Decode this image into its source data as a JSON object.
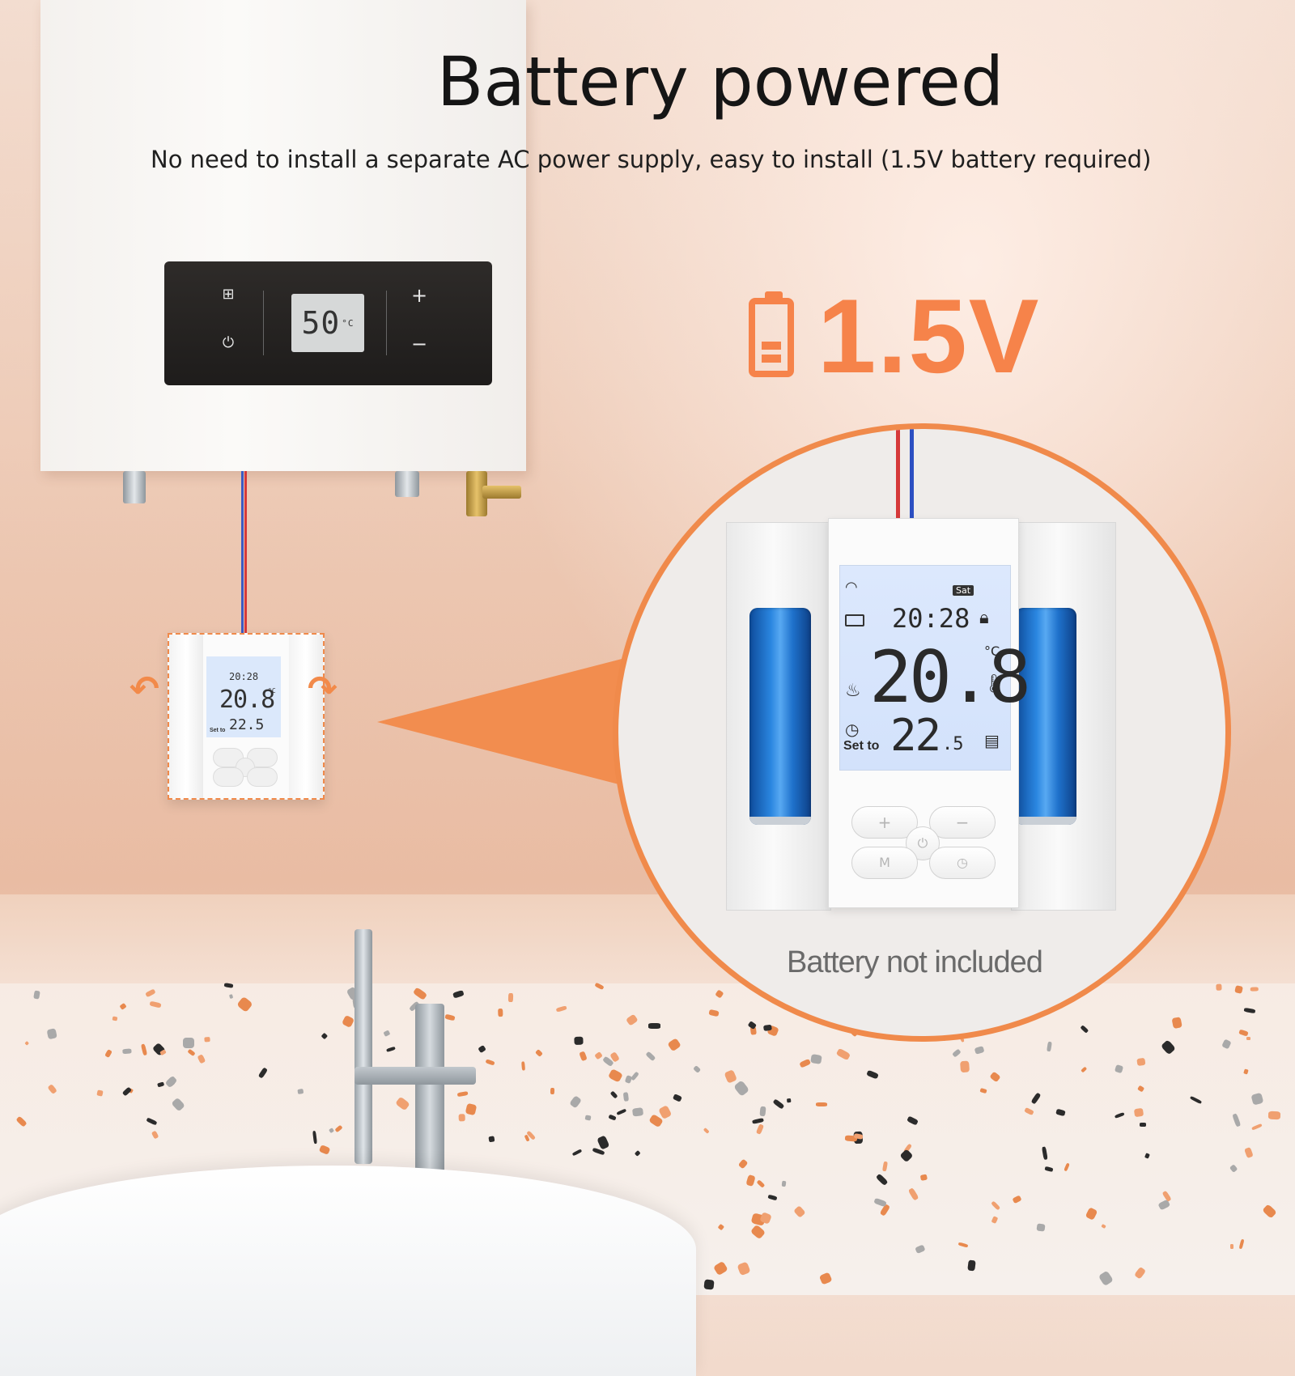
{
  "headline": {
    "title": "Battery powered",
    "subtitle": "No need to install a separate AC power supply, easy to install (1.5V battery required)"
  },
  "voltage_badge": {
    "label": "1.5V",
    "icon": "battery-icon"
  },
  "footnote": "Battery not included",
  "heater_display": {
    "temperature": "50",
    "unit": "°C"
  },
  "small_thermostat": {
    "time": "20:28",
    "temperature": "20.8",
    "unit": "°C",
    "setpoint": "22.5",
    "set_label": "Set to"
  },
  "large_thermostat": {
    "day": "Sat",
    "time": "20:28",
    "temperature": "20.8",
    "unit": "°C",
    "set_label": "Set to",
    "setpoint_whole": "22",
    "setpoint_decimal": ".5",
    "buttons": {
      "plus": "+",
      "minus": "−",
      "mode": "M",
      "power": "⏻",
      "clock": "◷"
    }
  },
  "colors": {
    "accent": "#f6834a",
    "battery": "#2a86e0",
    "lcd": "#dce8fd"
  }
}
